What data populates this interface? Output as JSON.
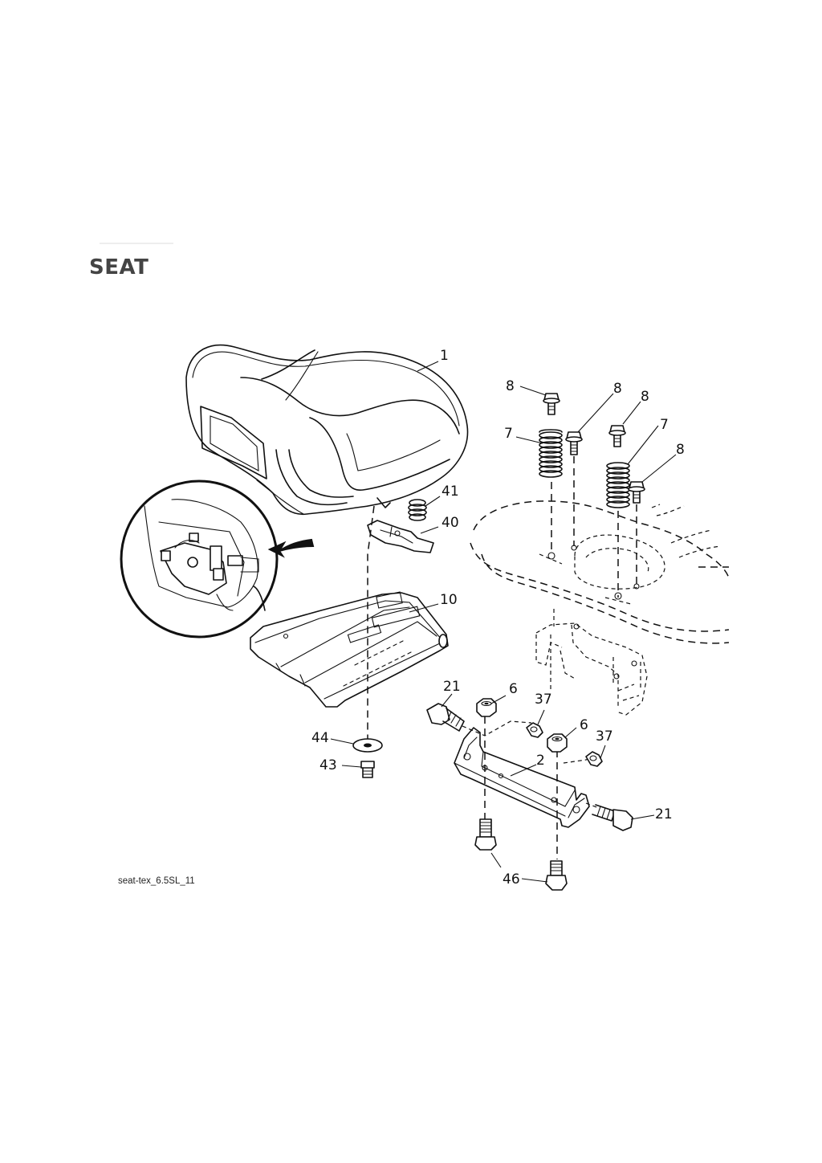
{
  "page": {
    "title": "SEAT",
    "figure_code": "seat-tex_6.5SL_11"
  },
  "callouts": {
    "c1": "1",
    "c8a": "8",
    "c8b": "8",
    "c8c": "8",
    "c8d": "8",
    "c7a": "7",
    "c7b": "7",
    "c41": "41",
    "c40": "40",
    "c10": "10",
    "c21a": "21",
    "c6a": "6",
    "c37a": "37",
    "c6b": "6",
    "c37b": "37",
    "c2": "2",
    "c44": "44",
    "c43": "43",
    "c21b": "21",
    "c46": "46"
  }
}
